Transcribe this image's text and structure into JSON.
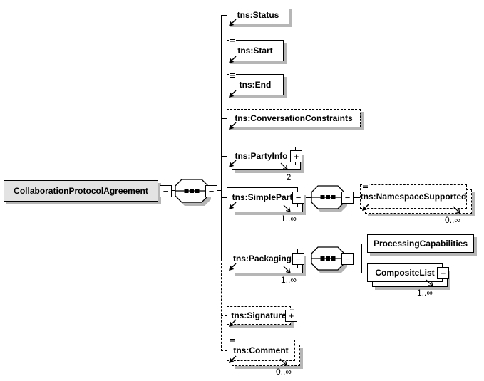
{
  "colors": {
    "root_fill": "#e3e3e3",
    "box_fill": "#ffffff",
    "shadow": "#b6b6b6",
    "line": "#000000"
  },
  "symbols": {
    "collapse": "−",
    "expand": "+"
  },
  "icons": {
    "reference-arrow-icon": "diagonal arrow pointing lower-left (element reference)",
    "type-content-icon": "three horizontal lines (simple type content)",
    "sequence-compositor-icon": "octagon with three black squares (sequence)",
    "recurrence-arrow-icon": "diagonal arrow to repeated copy"
  },
  "nodes": {
    "root": {
      "label": "CollaborationProtocolAgreement"
    },
    "status": {
      "label": "tns:Status"
    },
    "start": {
      "label": "tns:Start"
    },
    "end": {
      "label": "tns:End"
    },
    "conversationConstraints": {
      "label": "tns:ConversationConstraints"
    },
    "partyInfo": {
      "label": "tns:PartyInfo",
      "cardinality": "2"
    },
    "simplePart": {
      "label": "tns:SimplePart",
      "cardinality": "1..∞"
    },
    "namespaceSupported": {
      "label": "tns:NamespaceSupported",
      "cardinality": "0..∞"
    },
    "packaging": {
      "label": "tns:Packaging",
      "cardinality": "1..∞"
    },
    "processingCapabilities": {
      "label": "ProcessingCapabilities"
    },
    "compositeList": {
      "label": "CompositeList",
      "cardinality": "1..∞"
    },
    "signature": {
      "label": "tns:Signature"
    },
    "comment": {
      "label": "tns:Comment",
      "cardinality": "0..∞"
    }
  }
}
